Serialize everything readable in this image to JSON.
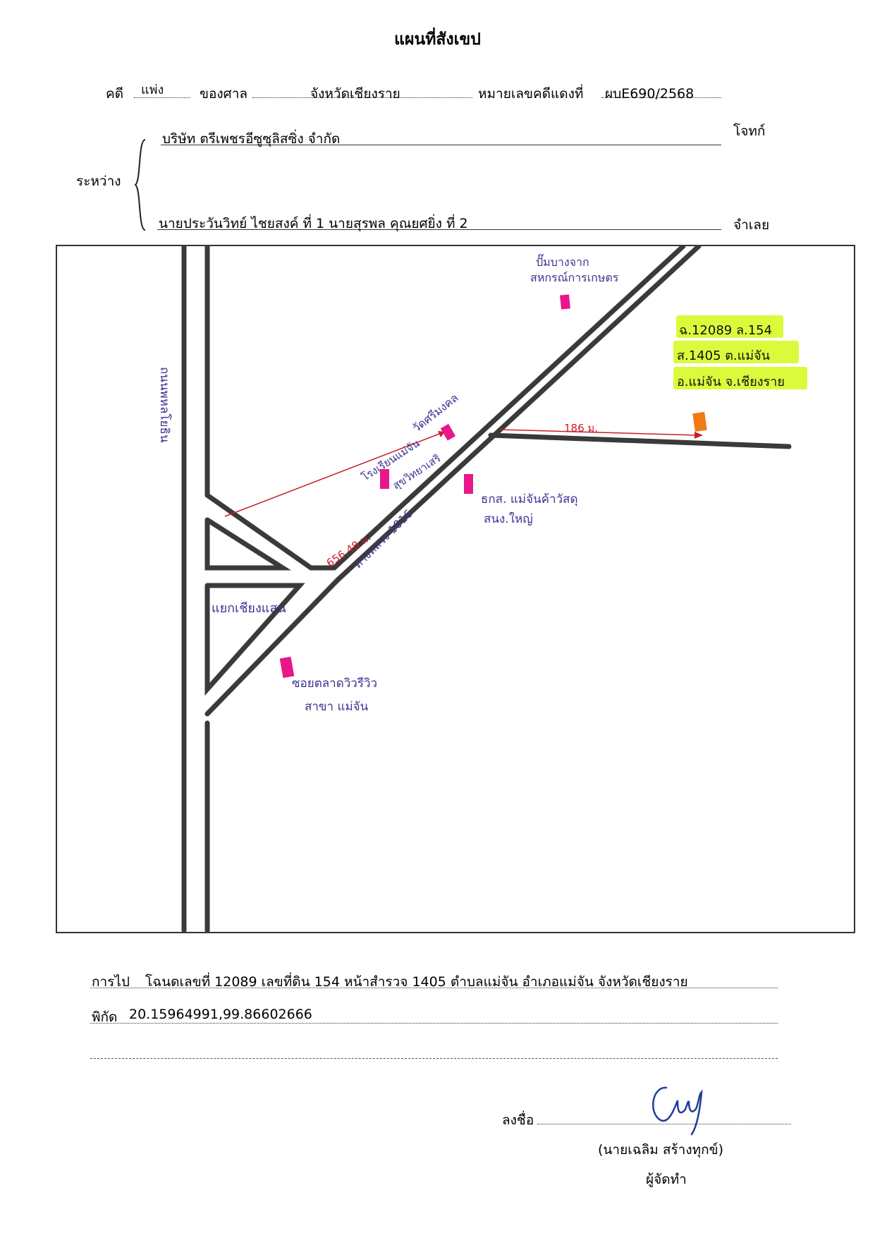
{
  "title": "แผนที่สังเขป",
  "case": {
    "label_case": "คดี",
    "case_type": "แพ่ง",
    "label_court": "ของศาล",
    "court": "จังหวัดเชียงราย",
    "label_red_no": "หมายเลขคดีแดงที่",
    "red_no": "ผบE690/2568"
  },
  "parties": {
    "between_label": "ระหว่าง",
    "plaintiff": "บริษัท ตรีเพชรอีซูซุลิสซิ่ง จำกัด",
    "plaintiff_label": "โจทก์",
    "defendant": "นายประวันวิทย์ ไชยสงค์ ที่ 1 นายสุรพล คุณยศยิ่ง ที่ 2",
    "defendant_label": "จำเลย"
  },
  "map": {
    "road_vertical": "ถนนพหลโยธิน",
    "junction": "แยกเชียงแสน",
    "highway": "ทางหลวง 1016",
    "distance_main": "656.48 ม.",
    "distance_branch": "186 ม.",
    "landmarks": {
      "gas_station": [
        "ปั๊มบางจาก",
        "สหกรณ์การเกษตร"
      ],
      "temple": "วัดศรีมงคล",
      "school": [
        "โรงเรียนแม่จัน",
        "สุขวิทยาเสริ"
      ],
      "bank": [
        "ธกส. แม่จันค้าวัสดุ",
        "สนง.ใหญ่"
      ],
      "market": [
        "ซอยตลาดวิวรีวิว",
        "สาขา แม่จัน"
      ]
    },
    "property_note": [
      "ฉ.12089 ล.154",
      "ส.1405 ต.แม่จัน",
      "อ.แม่จัน จ.เชียงราย"
    ],
    "colors": {
      "road": "#3a3a3a",
      "landmark_marker": "#e8178a",
      "property_marker": "#f07b12",
      "highlight": "#dcfa3c",
      "pen_ink": "#3c3591",
      "red_ink": "#c81e2a"
    }
  },
  "footer": {
    "directions_label": "การไป",
    "directions": "โฉนดเลขที่ 12089 เลขที่ดิน 154 หน้าสำรวจ 1405 ตำบลแม่จัน อำเภอแม่จัน จังหวัดเชียงราย",
    "coords_label": "พิกัด",
    "coords": "20.15964991,99.86602666",
    "sign_label": "ลงชื่อ",
    "signer": "(นายเฉลิม สร้างทุกข์)",
    "signer_role": "ผู้จัดทำ"
  }
}
